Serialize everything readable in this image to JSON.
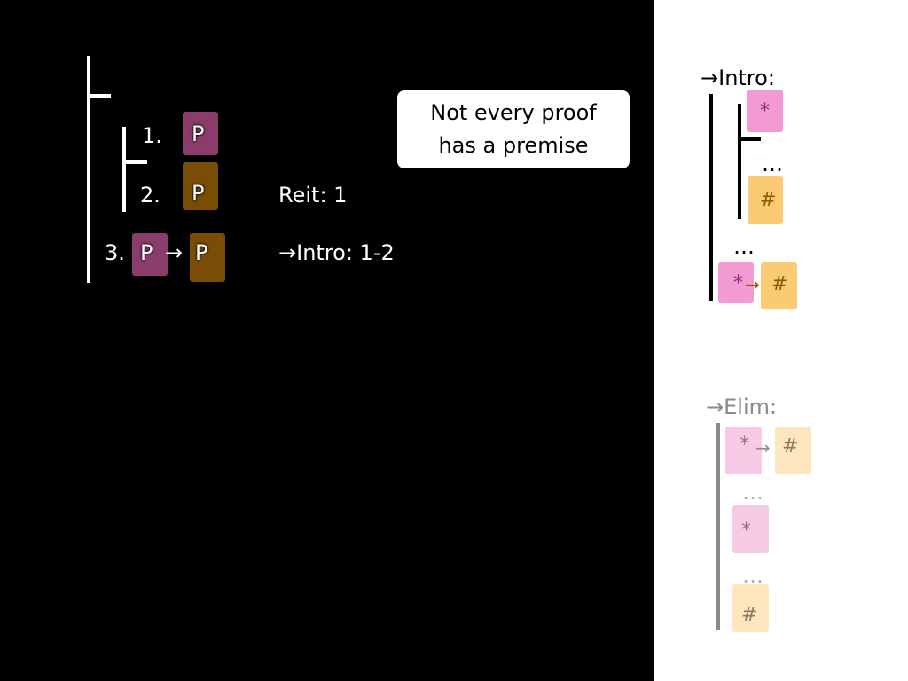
{
  "colors": {
    "p_premise": "#8a3d6a",
    "p_derived": "#7a4d06",
    "star_box": "#f29bd2",
    "hash_box": "#fbcb74",
    "star_box_faded": "#f6c9e5",
    "hash_box_faded": "#fde6bd",
    "star_text": "#8b2a6a",
    "hash_text": "#8a5a00"
  },
  "proof": {
    "lines": [
      {
        "num": "1.",
        "formula": "P",
        "justification": ""
      },
      {
        "num": "2.",
        "formula": "P",
        "justification": "Reit: 1"
      },
      {
        "num": "3.",
        "formula_left": "P",
        "arrow": "→",
        "formula_right": "P",
        "justification": "→Intro: 1-2"
      }
    ]
  },
  "callout": {
    "line1": "Not every proof",
    "line2": "has a premise"
  },
  "rules": {
    "intro": {
      "title": "→Intro:",
      "assumption": "*",
      "dots_inner": "…",
      "conclusion_inner": "#",
      "dots_outer": "…",
      "result_left": "*",
      "result_arrow": "→",
      "result_right": "#"
    },
    "elim": {
      "title": "→Elim:",
      "cond_left": "*",
      "cond_arrow": "→",
      "cond_right": "#",
      "dots1": "…",
      "premise": "*",
      "dots2": "…",
      "result": "#"
    }
  }
}
